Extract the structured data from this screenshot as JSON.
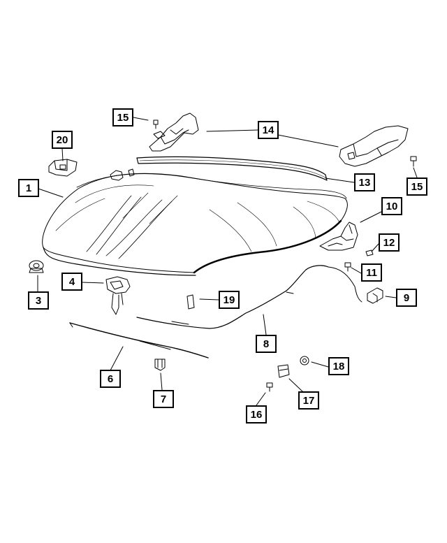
{
  "callouts": [
    {
      "id": "c20",
      "text": "20"
    },
    {
      "id": "c15a",
      "text": "15"
    },
    {
      "id": "c14",
      "text": "14"
    },
    {
      "id": "c15b",
      "text": "15"
    },
    {
      "id": "c1",
      "text": "1"
    },
    {
      "id": "c13",
      "text": "13"
    },
    {
      "id": "c10",
      "text": "10"
    },
    {
      "id": "c12",
      "text": "12"
    },
    {
      "id": "c11",
      "text": "11"
    },
    {
      "id": "c3",
      "text": "3"
    },
    {
      "id": "c4",
      "text": "4"
    },
    {
      "id": "c19",
      "text": "19"
    },
    {
      "id": "c9",
      "text": "9"
    },
    {
      "id": "c8",
      "text": "8"
    },
    {
      "id": "c6",
      "text": "6"
    },
    {
      "id": "c18",
      "text": "18"
    },
    {
      "id": "c7",
      "text": "7"
    },
    {
      "id": "c17",
      "text": "17"
    },
    {
      "id": "c16",
      "text": "16"
    }
  ]
}
